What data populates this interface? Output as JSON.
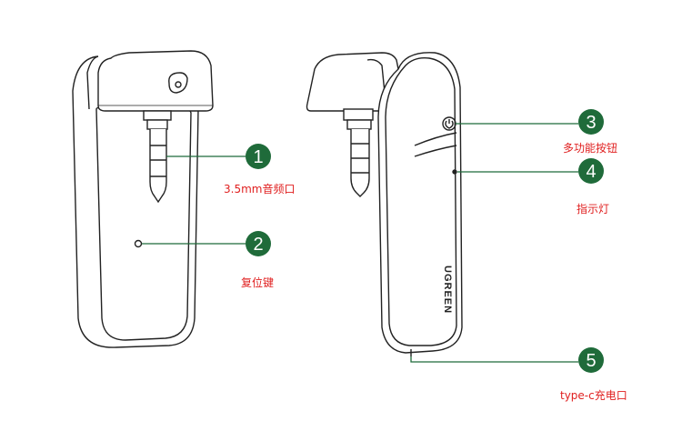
{
  "callouts": [
    {
      "number": "1",
      "label": "3.5mm音频口"
    },
    {
      "number": "2",
      "label": "复位键"
    },
    {
      "number": "3",
      "label": "多功能按钮"
    },
    {
      "number": "4",
      "label": "指示灯"
    },
    {
      "number": "5",
      "label": "type-c充电口"
    }
  ],
  "brand": "UGREEN",
  "colors": {
    "badge": "#1f6b3a",
    "leader": "#1f6b3a",
    "label": "#e02020",
    "outline": "#222222"
  }
}
